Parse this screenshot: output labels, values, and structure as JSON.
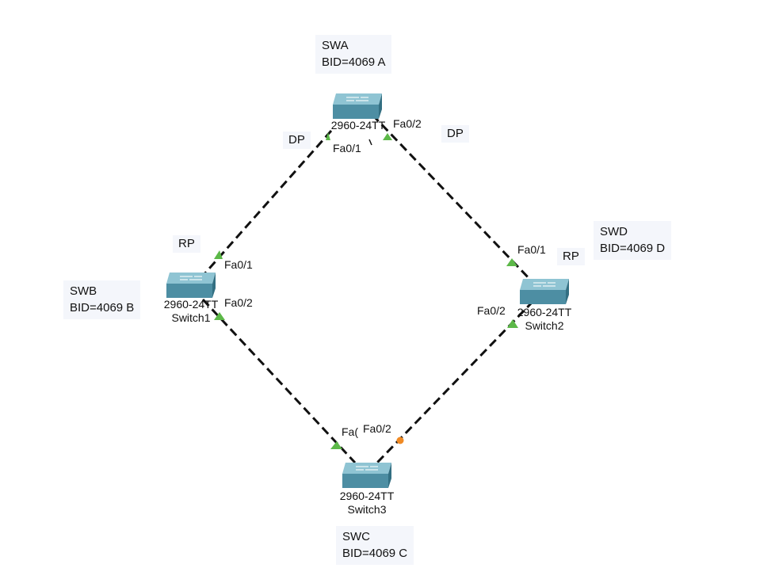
{
  "colors": {
    "link": "#111111",
    "port_up": "#5cb848",
    "port_blocked": "#f08a24",
    "switch_top": "#8fc4d3",
    "switch_front": "#4d8ea3",
    "switch_side": "#336f82",
    "note_bg": "#f4f6fb"
  },
  "notes": {
    "swa": {
      "name": "SWA",
      "bid": "BID=4069  A"
    },
    "swb": {
      "name": "SWB",
      "bid": "BID=4069  B"
    },
    "swc": {
      "name": "SWC",
      "bid": "BID=4069  C"
    },
    "swd": {
      "name": "SWD",
      "bid": "BID=4069  D"
    }
  },
  "tags": {
    "dp_left": "DP",
    "dp_right": "DP",
    "rp_left": "RP",
    "rp_right": "RP"
  },
  "devices": {
    "top": {
      "model": "2960-24TT",
      "name": ""
    },
    "left": {
      "model": "2960-24TT",
      "name": "Switch1"
    },
    "right": {
      "model": "2960-24TT",
      "name": "Switch2"
    },
    "bottom": {
      "model": "2960-24TT",
      "name": "Switch3"
    }
  },
  "ports": {
    "top_fa01": "Fa0/1",
    "top_fa02": "Fa0/2",
    "left_fa01": "Fa0/1",
    "left_fa02": "Fa0/2",
    "right_fa01": "Fa0/1",
    "right_fa02": "Fa0/2",
    "bottom_fa01": "Fa(",
    "bottom_fa02": "Fa0/2"
  }
}
